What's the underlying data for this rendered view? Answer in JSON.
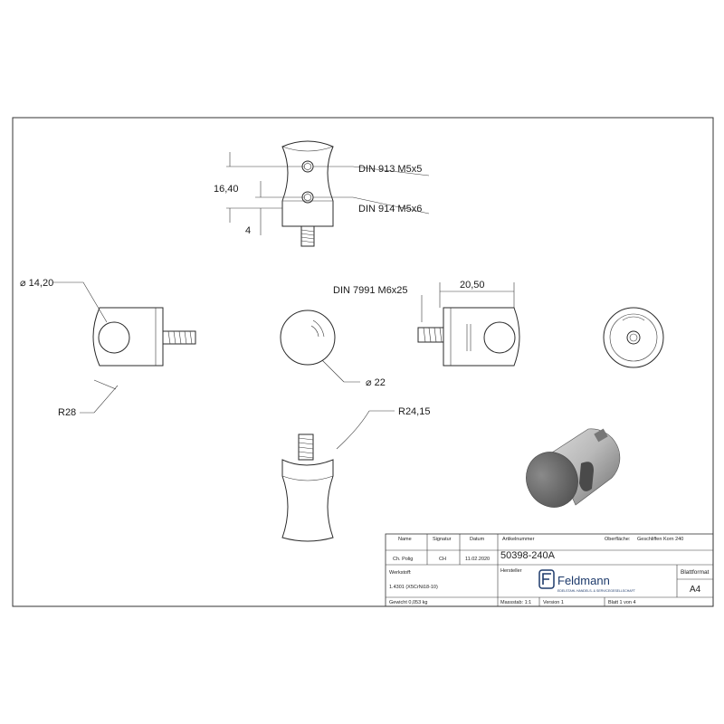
{
  "dimensions": {
    "din_913": "DIN 913 M5x5",
    "din_914": "DIN 914 M5x6",
    "height": "16,40",
    "offset": "4",
    "diameter_bore": "⌀ 14,20",
    "radius_side": "R28",
    "diameter_ball": "⌀ 22",
    "din_7991": "DIN 7991 M6x25",
    "width": "20,50",
    "radius_bottom": "R24,15"
  },
  "title_block": {
    "hdr_name": "Name",
    "hdr_signature": "Signatur",
    "hdr_date": "Datum",
    "name": "Ch. Polig",
    "signature": "CH",
    "date": "11.02.2020",
    "article_label": "Artikelnummer",
    "article_number": "50398-240A",
    "surface_label": "Oberfläche:",
    "surface_value": "Geschliffen Korn 240",
    "manufacturer_label": "Hersteller",
    "company": "Feldmann",
    "company_tagline": "EDELSTAHL HANDELS- & SERVICEGESELLSCHAFT",
    "format_label": "Blattformat",
    "format_value": "A4",
    "material_label": "Werkstoff:",
    "material_value": "1.4301 (X5CrNi18-10)",
    "weight": "Gewicht 0,053 kg",
    "scale": "Massstab: 1:1",
    "version": "Version 1",
    "sheet": "Blatt 1 von 4"
  }
}
